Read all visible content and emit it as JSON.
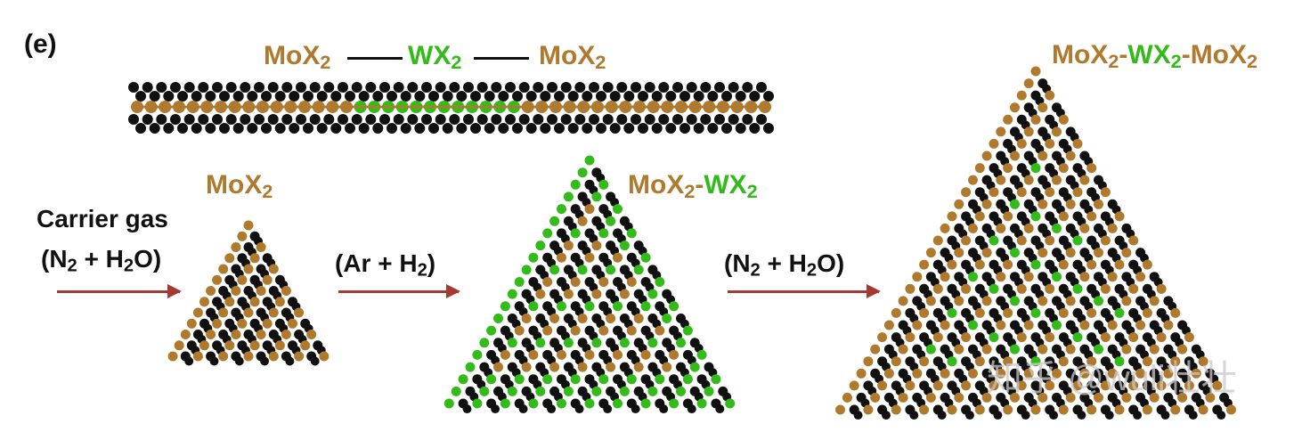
{
  "panel_label": "(e)",
  "top_row": {
    "left": {
      "main": "MoX",
      "sub": "2"
    },
    "middle": {
      "main": "WX",
      "sub": "2"
    },
    "right": {
      "main": "MoX",
      "sub": "2"
    }
  },
  "stage1_label": {
    "main": "MoX",
    "sub": "2"
  },
  "stage2_label": {
    "mo": {
      "main": "MoX",
      "sub": "2"
    },
    "sep": "-",
    "w": {
      "main": "WX",
      "sub": "2"
    }
  },
  "stage3_label": {
    "mo1": {
      "main": "MoX",
      "sub": "2"
    },
    "sep1": "-",
    "w": {
      "main": "WX",
      "sub": "2"
    },
    "sep2": "-",
    "mo2": {
      "main": "MoX",
      "sub": "2"
    }
  },
  "step1": {
    "line1": "Carrier gas",
    "line2": {
      "open": "(N",
      "sub1": "2",
      "mid": " + H",
      "sub2": "2",
      "close": "O)"
    }
  },
  "step2": {
    "open": "(Ar + H",
    "sub": "2",
    "close": ")"
  },
  "step3": {
    "open": "(N",
    "sub1": "2",
    "mid": " + H",
    "sub2": "2",
    "close": "O)"
  },
  "watermark": "知乎 @wuli壮壮",
  "colors": {
    "mo": "#b07a2e",
    "w": "#33bb1a",
    "chalcogen": "#111111",
    "arrow": "#a53a32"
  }
}
